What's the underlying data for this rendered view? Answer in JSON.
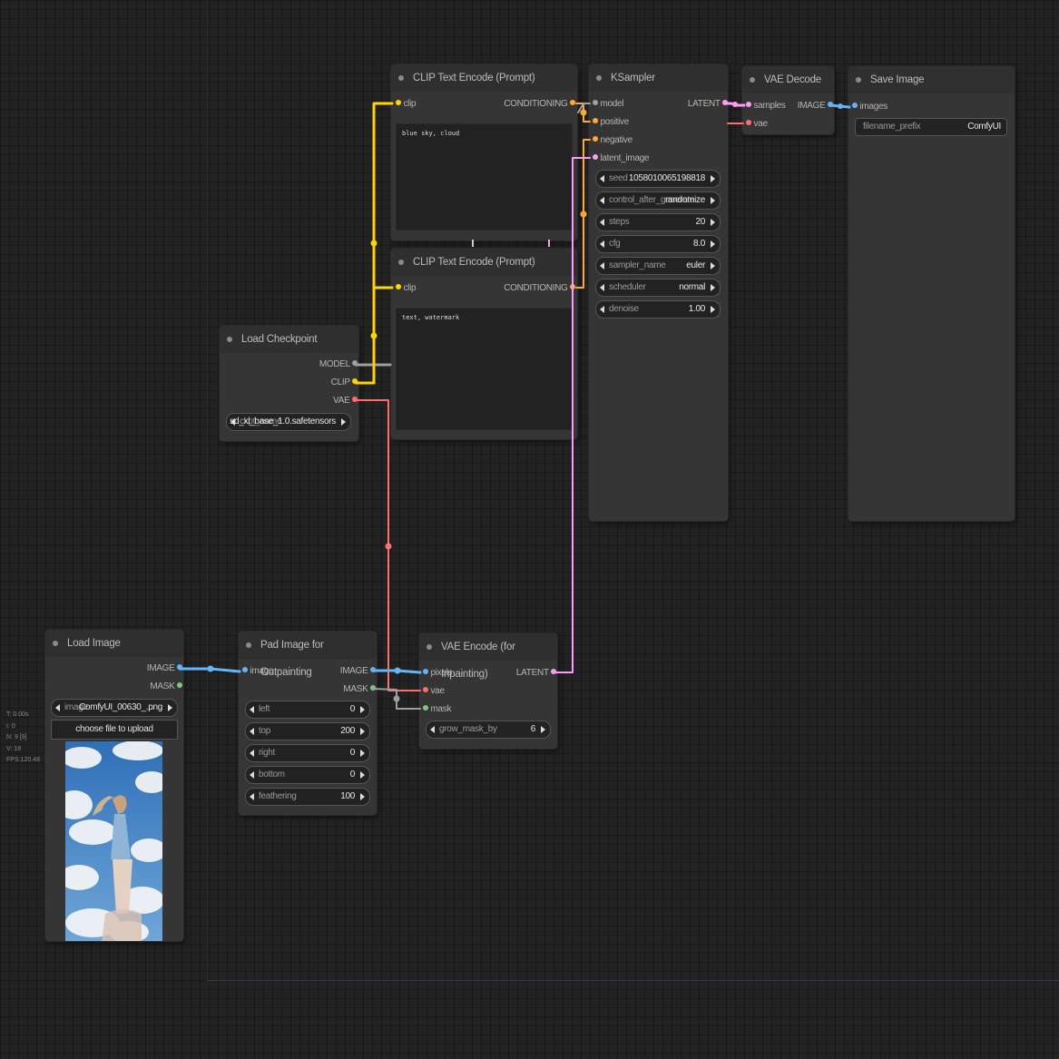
{
  "colors": {
    "model": "#a0a0a0",
    "clip": "#ffd500",
    "vae": "#ff6e6e",
    "conditioning": "#ffa931",
    "latent": "#ff9cf9",
    "image": "#64b5f6",
    "mask": "#81c784"
  },
  "stats": {
    "t": "T: 0.00s",
    "i": "I: 0",
    "n": "N: 9 [9]",
    "v": "V: 18",
    "fps": "FPS:120.48"
  },
  "clip_pos": {
    "title": "CLIP Text Encode (Prompt)",
    "in_clip": "clip",
    "out_conditioning": "CONDITIONING",
    "text": "blue sky, cloud"
  },
  "clip_neg": {
    "title": "CLIP Text Encode (Prompt)",
    "in_clip": "clip",
    "out_conditioning": "CONDITIONING",
    "text": "text, watermark"
  },
  "ksampler": {
    "title": "KSampler",
    "inputs": [
      "model",
      "positive",
      "negative",
      "latent_image"
    ],
    "out_latent": "LATENT",
    "widgets": [
      {
        "label": "seed",
        "value": "1058010065198818"
      },
      {
        "label": "control_after_generate",
        "value": "randomize"
      },
      {
        "label": "steps",
        "value": "20"
      },
      {
        "label": "cfg",
        "value": "8.0"
      },
      {
        "label": "sampler_name",
        "value": "euler"
      },
      {
        "label": "scheduler",
        "value": "normal"
      },
      {
        "label": "denoise",
        "value": "1.00"
      }
    ]
  },
  "vae_decode": {
    "title": "VAE Decode",
    "in_samples": "samples",
    "in_vae": "vae",
    "out_image": "IMAGE"
  },
  "save_image": {
    "title": "Save Image",
    "in_images": "images",
    "filename_label": "filename_prefix",
    "filename_value": "ComfyUI"
  },
  "load_checkpoint": {
    "title": "Load Checkpoint",
    "out_model": "MODEL",
    "out_clip": "CLIP",
    "out_vae": "VAE",
    "ckpt_label": "ckpt_name",
    "ckpt_value": "sd_xl_base_1.0.safetensors"
  },
  "load_image": {
    "title": "Load Image",
    "out_image": "IMAGE",
    "out_mask": "MASK",
    "image_label": "image",
    "image_value": "ComfyUI_00630_.png",
    "upload_label": "choose file to upload"
  },
  "pad_image": {
    "title": "Pad Image for Outpainting",
    "in_image": "image",
    "out_image": "IMAGE",
    "out_mask": "MASK",
    "widgets": [
      {
        "label": "left",
        "value": "0"
      },
      {
        "label": "top",
        "value": "200"
      },
      {
        "label": "right",
        "value": "0"
      },
      {
        "label": "bottom",
        "value": "0"
      },
      {
        "label": "feathering",
        "value": "100"
      }
    ]
  },
  "vae_encode": {
    "title": "VAE Encode (for Inpainting)",
    "inputs": [
      "pixels",
      "vae",
      "mask"
    ],
    "out_latent": "LATENT",
    "grow_label": "grow_mask_by",
    "grow_value": "6"
  }
}
